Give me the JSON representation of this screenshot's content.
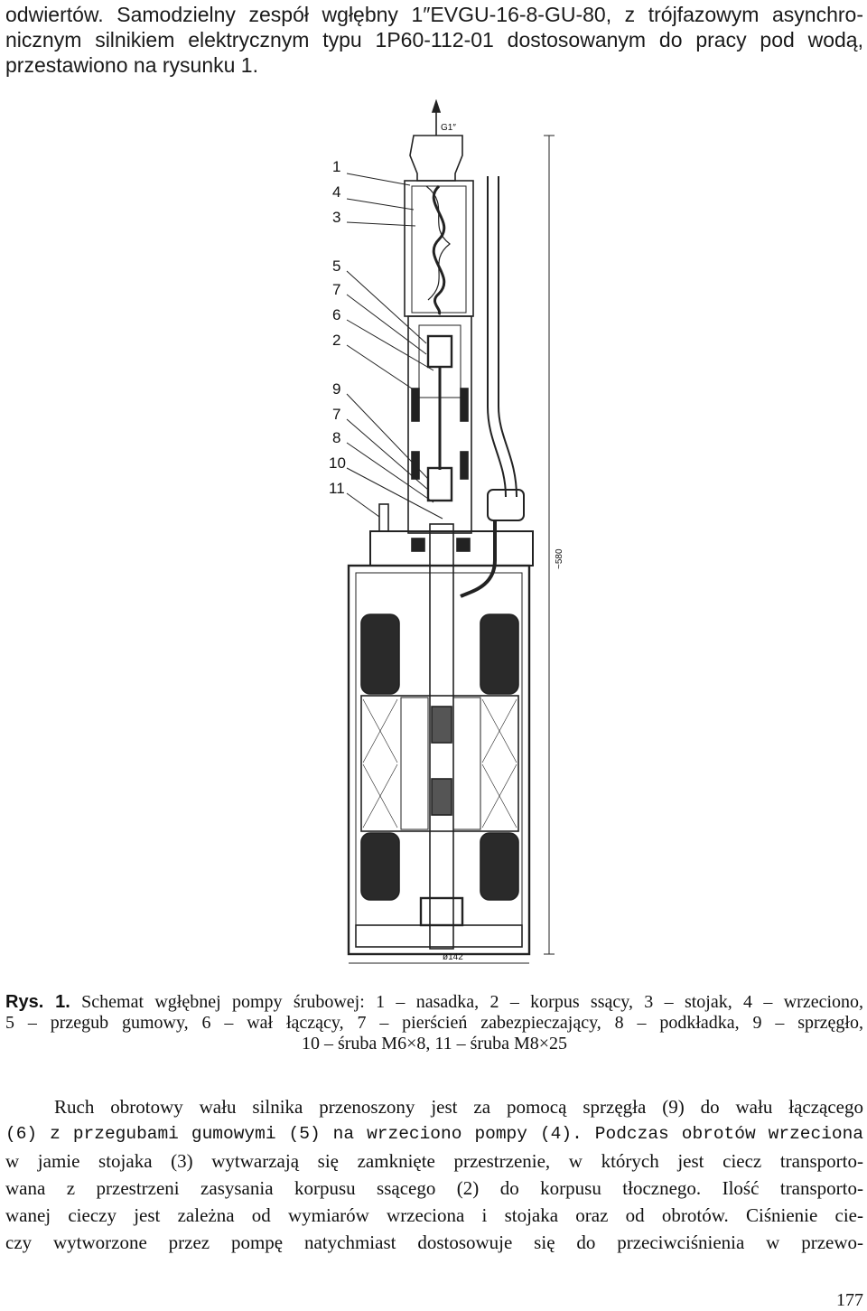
{
  "intro": {
    "line1": "odwiertów. Samodzielny zespół wgłębny 1″EVGU-16-8-GU-80, z trójfazowym asynchro-",
    "line2": "nicznym silnikiem elektrycznym typu 1P60-112-01 dostosowanym do pracy pod wodą,",
    "line3": "przestawiono na rysunku 1."
  },
  "figure": {
    "callouts": [
      "1",
      "4",
      "3",
      "5",
      "7",
      "6",
      "2",
      "9",
      "7",
      "8",
      "10",
      "11"
    ],
    "dim_top": "G1″",
    "dim_height": "~580",
    "dim_width": "ø142"
  },
  "caption": {
    "label": "Rys. 1.",
    "line1": " Schemat wgłębnej pompy śrubowej: 1 – nasadka, 2 – korpus ssący, 3 – stojak, 4 – wrzeciono,",
    "line2": "5 – przegub gumowy, 6 – wał łączący, 7 – pierścień zabezpieczający, 8 – podkładka, 9 – sprzęgło,",
    "line3": "10 – śruba M6×8, 11 – śruba M8×25"
  },
  "body": {
    "line1": "Ruch obrotowy wału silnika przenoszony jest za pomocą sprzęgła (9) do wału łączącego",
    "line2": "(6) z przegubami gumowymi (5) na wrzeciono pompy (4). Podczas obrotów wrzeciona",
    "line3": "w jamie stojaka (3) wytwarzają się zamknięte przestrzenie, w których jest ciecz transporto-",
    "line4": "wana z przestrzeni zasysania korpusu ssącego (2) do korpusu tłocznego. Ilość transporto-",
    "line5": "wanej cieczy jest zależna od wymiarów wrzeciona i stojaka oraz od obrotów. Ciśnienie cie-",
    "line6": "czy wytworzone przez pompę natychmiast dostosowuje się do przeciwciśnienia w przewo-"
  },
  "page_number": "177"
}
